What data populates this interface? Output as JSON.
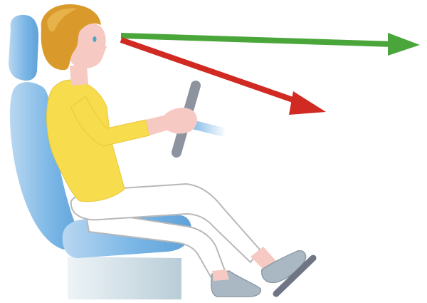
{
  "illustration": {
    "subject": "driver-seated-in-car-seat",
    "gaze_lines": [
      {
        "name": "correct-gaze",
        "color": "#4aa63a"
      },
      {
        "name": "incorrect-gaze",
        "color": "#d02a22"
      }
    ],
    "colors": {
      "seat_blue": "#7ab6e6",
      "seat_base": "#c8d8e0",
      "hair": "#d99a2b",
      "skin": "#f7c9c3",
      "shirt": "#f7dc4e",
      "pants": "#ffffff",
      "steering_wheel": "#8e93a0",
      "shoe": "#a9b8c2",
      "pedal": "#6f7584"
    }
  }
}
